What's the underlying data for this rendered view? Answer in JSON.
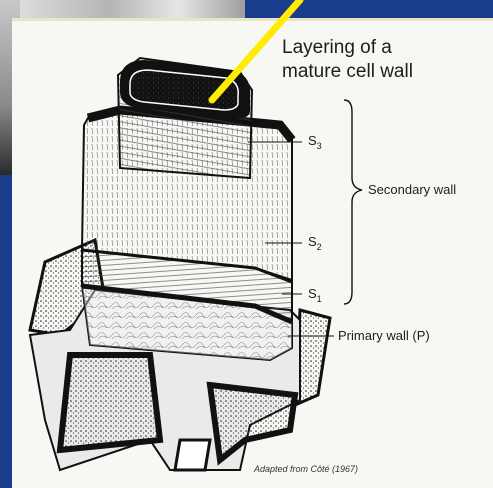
{
  "title_lines": [
    "Layering of a",
    "mature cell wall"
  ],
  "labels": {
    "s3": {
      "main": "S",
      "sub": "3"
    },
    "s2": {
      "main": "S",
      "sub": "2"
    },
    "s1": {
      "main": "S",
      "sub": "1"
    },
    "secondary_wall": "Secondary wall",
    "primary_wall": "Primary wall (P)"
  },
  "credit": "Adapted from Côté (1967)",
  "colors": {
    "pointer": "#ffec00",
    "background": "#1a3c8c",
    "slide": "#f7f7f4",
    "ink": "#1d1d1d"
  }
}
